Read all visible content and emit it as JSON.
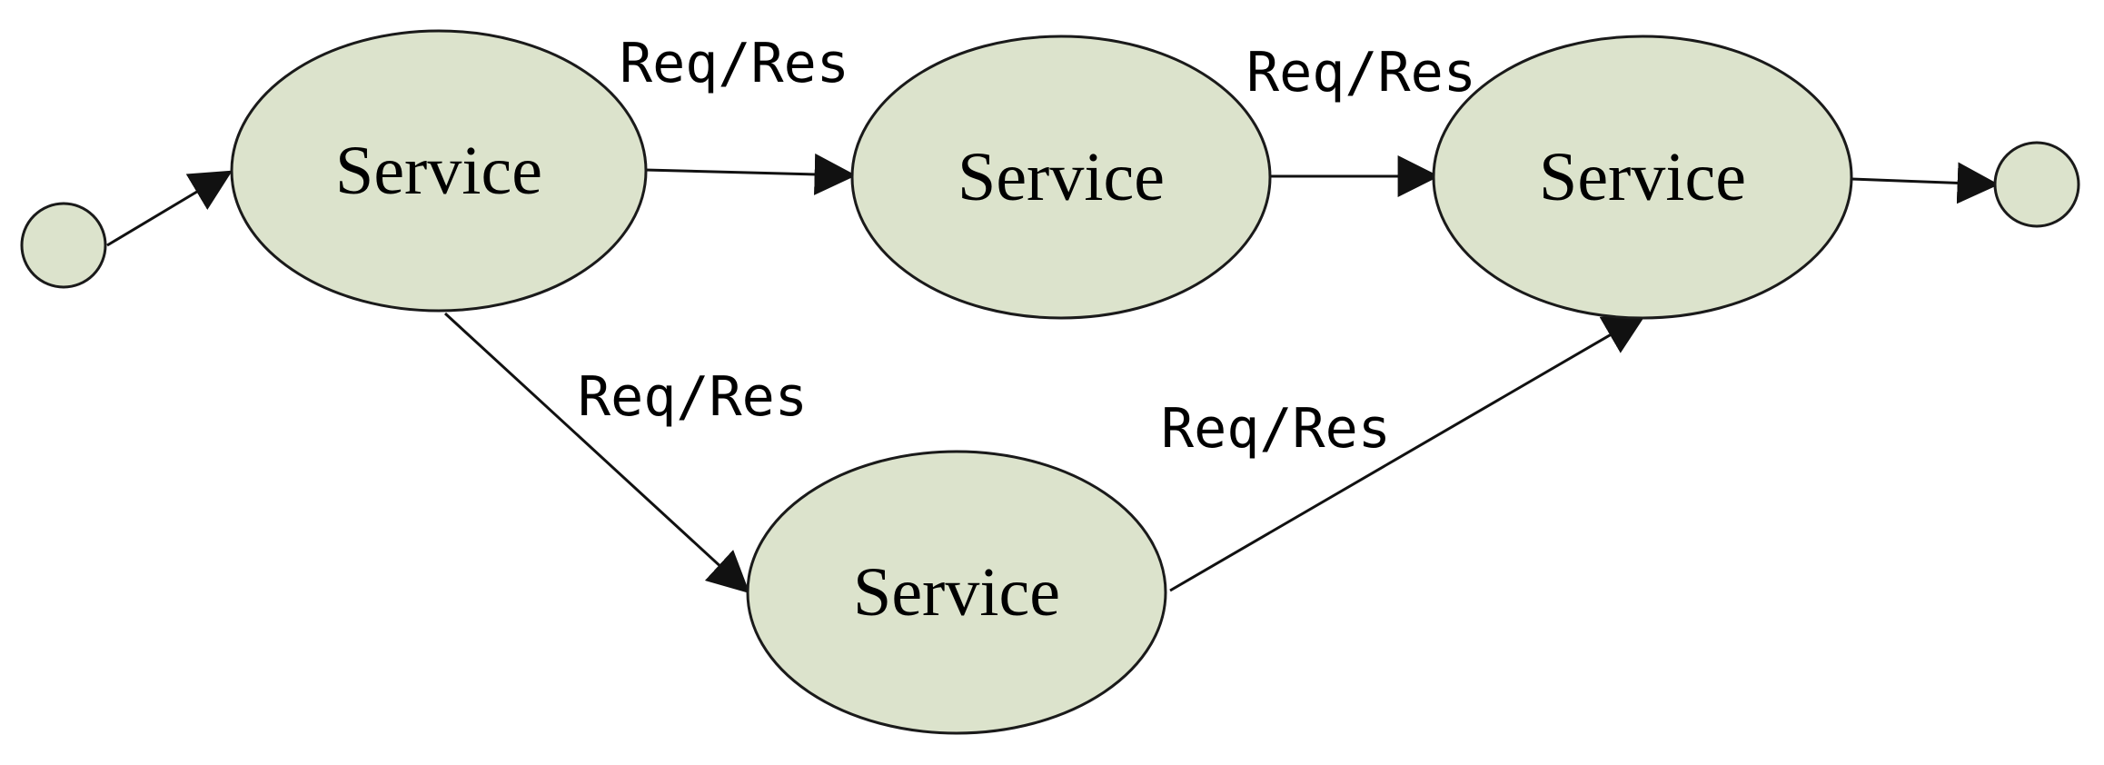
{
  "diagram": {
    "nodes": {
      "start": {
        "label": ""
      },
      "service_a": {
        "label": "Service"
      },
      "service_b": {
        "label": "Service"
      },
      "service_c": {
        "label": "Service"
      },
      "service_d": {
        "label": "Service"
      },
      "end": {
        "label": ""
      }
    },
    "edges": [
      {
        "from": "start",
        "to": "service_a",
        "label": ""
      },
      {
        "from": "service_a",
        "to": "service_b",
        "label": "Req/Res"
      },
      {
        "from": "service_b",
        "to": "service_c",
        "label": "Req/Res"
      },
      {
        "from": "service_a",
        "to": "service_d",
        "label": "Req/Res"
      },
      {
        "from": "service_d",
        "to": "service_c",
        "label": "Req/Res"
      },
      {
        "from": "service_c",
        "to": "end",
        "label": ""
      }
    ]
  },
  "colors": {
    "node_fill": "#dce3cc",
    "node_stroke": "#1a1a1a",
    "edge": "#111111",
    "text": "#000000"
  }
}
